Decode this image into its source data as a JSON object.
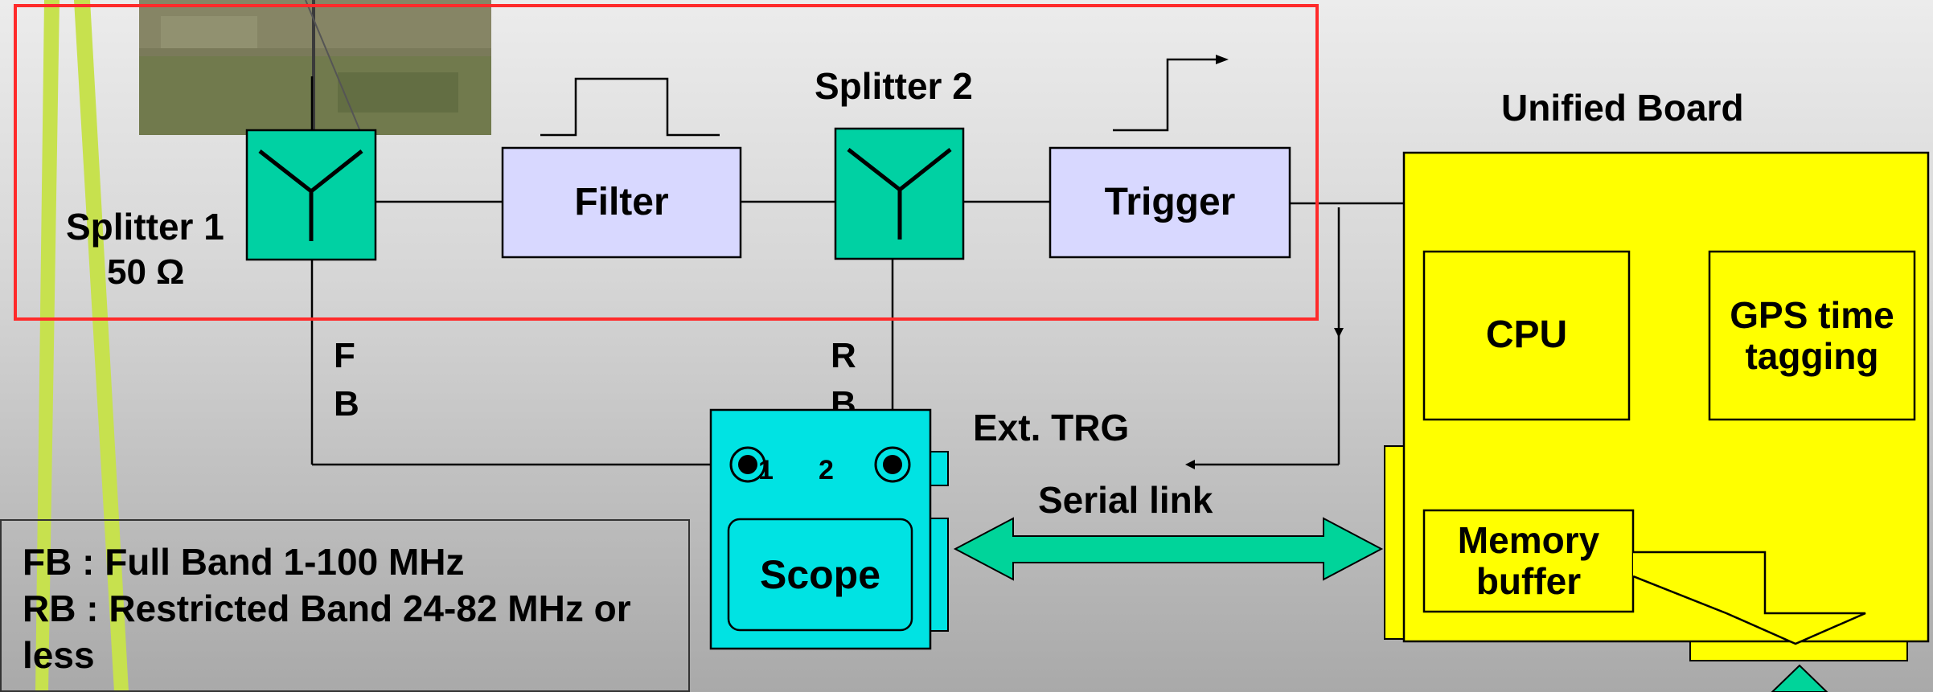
{
  "labels": {
    "splitter1": "Splitter 1",
    "splitter1_impedance": "50 Ω",
    "filter": "Filter",
    "splitter2": "Splitter 2",
    "trigger": "Trigger",
    "unified_board": "Unified Board",
    "cpu": "CPU",
    "gps_line1": "GPS time",
    "gps_line2": "tagging",
    "memory_line1": "Memory",
    "memory_line2": "buffer",
    "fb_line1": "F",
    "fb_line2": "B",
    "rb_line1": "R",
    "rb_line2": "B",
    "ext_trg": "Ext. TRG",
    "serial_link": "Serial link",
    "scope": "Scope",
    "scope_ch1": "1",
    "scope_ch2": "2"
  },
  "legend": {
    "line1": "FB : Full Band 1-100 MHz",
    "line2": "RB : Restricted Band 24-82 MHz or",
    "line3": "less"
  },
  "colors": {
    "splitter": "#00d1a3",
    "filter_trigger": "#d8d8ff",
    "scope": "#00e3e3",
    "board": "#ffff00",
    "highlight": "#ff2a2a",
    "serial_arrow": "#00d49a",
    "antenna_pole": "#c7e14e"
  }
}
